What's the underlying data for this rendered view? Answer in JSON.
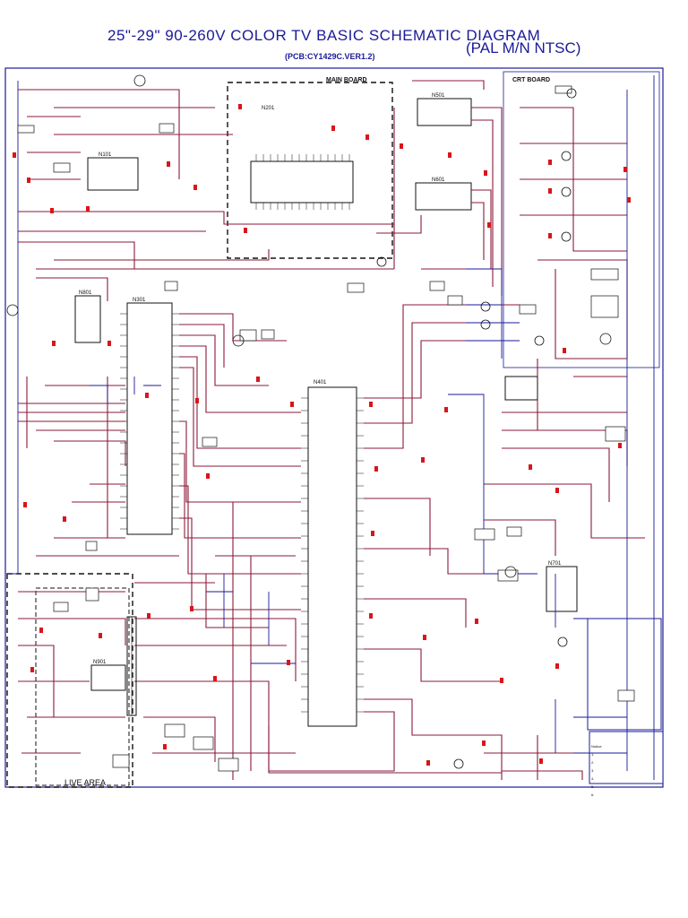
{
  "title": "25\"-29\"  90-260V  COLOR  TV    BASIC  SCHEMATIC DIAGRAM",
  "subtitle": "(PCB:CY1429C.VER1.2)",
  "system": "(PAL M/N NTSC)",
  "boards": {
    "main": "MAIN BOARD",
    "crt": "CRT BOARD",
    "live": "LIVE AREA"
  },
  "notes": {
    "heading": "Notice:",
    "lines": [
      "1.",
      "2.",
      "3.",
      "4.",
      "5.",
      "6."
    ]
  },
  "ic_labels": [
    "N201",
    "N101",
    "N301",
    "N401",
    "N501",
    "N601",
    "N701",
    "N801",
    "N901"
  ],
  "colors": {
    "wire_red": "#8b1a3a",
    "wire_blue": "#1a1a99",
    "component": "#1a1a99",
    "pin": "#d9151b"
  }
}
